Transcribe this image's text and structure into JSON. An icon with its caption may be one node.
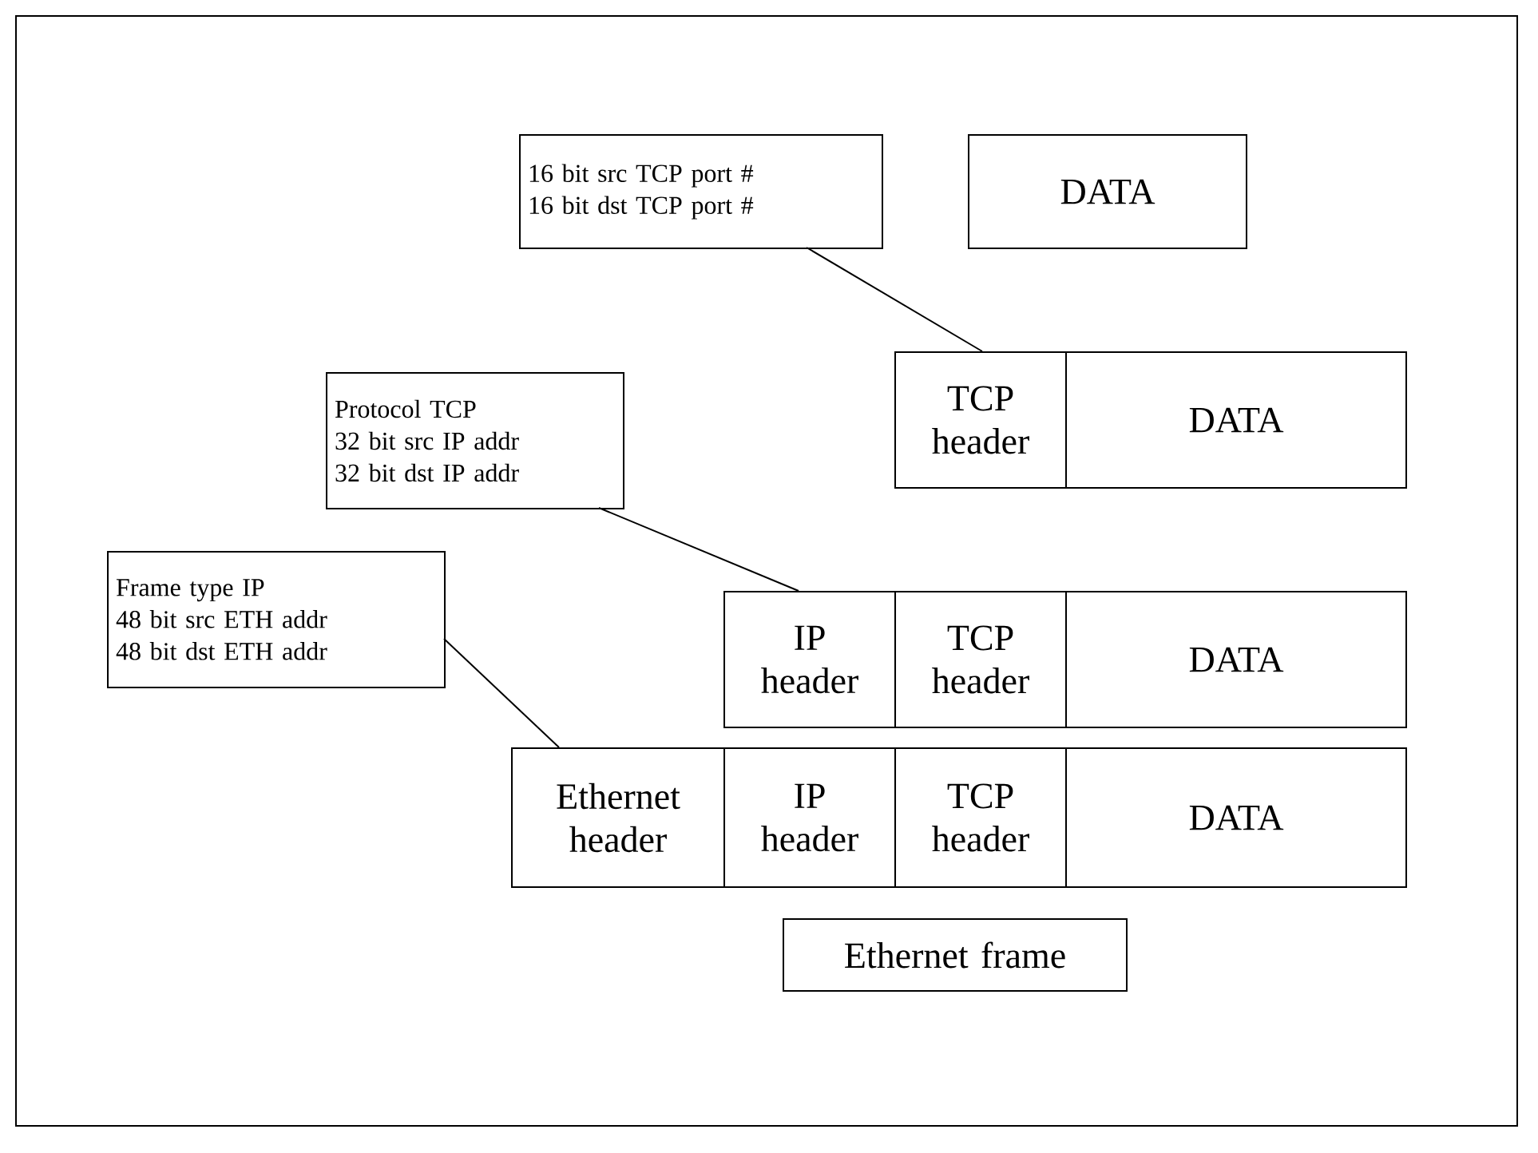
{
  "diagram": {
    "nodes": [
      {
        "text": [
          "16 bit src TCP port #",
          "16 bit dst TCP port #"
        ]
      },
      {
        "text": [
          "DATA"
        ]
      },
      {
        "text": [
          "Protocol TCP",
          "32 bit src IP addr",
          "32 bit dst IP addr"
        ]
      },
      {
        "text": [
          "TCP header"
        ]
      },
      {
        "text": [
          "DATA"
        ]
      },
      {
        "text": [
          "Frame type IP",
          "48 bit src ETH addr",
          "48 bit dst ETH addr"
        ]
      },
      {
        "text": [
          "IP header"
        ]
      },
      {
        "text": [
          "TCP header"
        ]
      },
      {
        "text": [
          "DATA"
        ]
      },
      {
        "text": [
          "Ethernet header"
        ]
      },
      {
        "text": [
          "IP header"
        ]
      },
      {
        "text": [
          "TCP header"
        ]
      },
      {
        "text": [
          "DATA"
        ]
      },
      {
        "text": [
          "Ethernet frame"
        ]
      }
    ],
    "edges": [
      {
        "from": 0,
        "to": 3,
        "arrow": "none"
      },
      {
        "from": 2,
        "to": 6,
        "arrow": "none"
      },
      {
        "from": 5,
        "to": 9,
        "arrow": "none"
      }
    ]
  }
}
